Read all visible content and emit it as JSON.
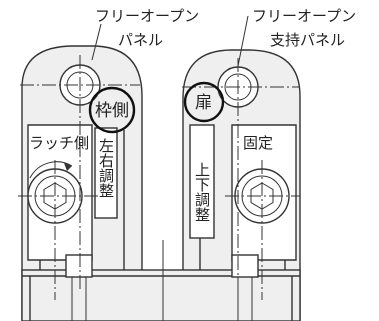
{
  "labels": {
    "left_panel_line1": "フリーオープン",
    "left_panel_line2": "パネル",
    "right_panel_line1": "フリーオープン",
    "right_panel_line2": "支持パネル",
    "frame_side": "枠側",
    "door": "扉",
    "latch_side": "ラッチ側",
    "fixed": "固定",
    "lr_adjust": "左右調整",
    "ud_adjust": "上下調整"
  }
}
